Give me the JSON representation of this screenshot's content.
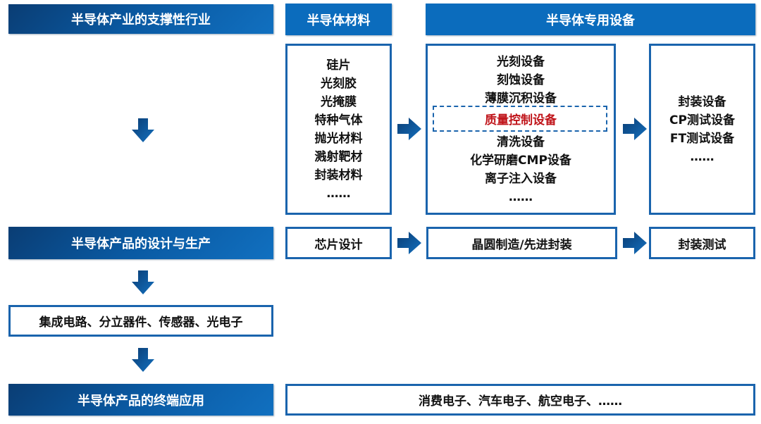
{
  "headers": {
    "support": "半导体产业的支撑性行业",
    "materials": "半导体材料",
    "equipment": "半导体专用设备",
    "design_production": "半导体产品的设计与生产",
    "terminal": "半导体产品的终端应用"
  },
  "materials": [
    "硅片",
    "光刻胶",
    "光掩膜",
    "特种气体",
    "抛光材料",
    "溅射靶材",
    "封装材料",
    "……"
  ],
  "equipment": {
    "before": [
      "光刻设备",
      "刻蚀设备",
      "薄膜沉积设备"
    ],
    "highlight": "质量控制设备",
    "after": [
      "清洗设备",
      "化学研磨CMP设备",
      "离子注入设备",
      "……"
    ]
  },
  "packaging_equipment": [
    "封装设备",
    "CP测试设备",
    "FT测试设备",
    "……"
  ],
  "chain": {
    "design": "芯片设计",
    "manufacturing": "晶圆制造/先进封装",
    "testing": "封装测试"
  },
  "products": "集成电路、分立器件、传感器、光电子",
  "applications": "消费电子、汽车电子、航空电子、……",
  "colors": {
    "primary": "#0b5ca8",
    "highlight": "#c0151b"
  }
}
